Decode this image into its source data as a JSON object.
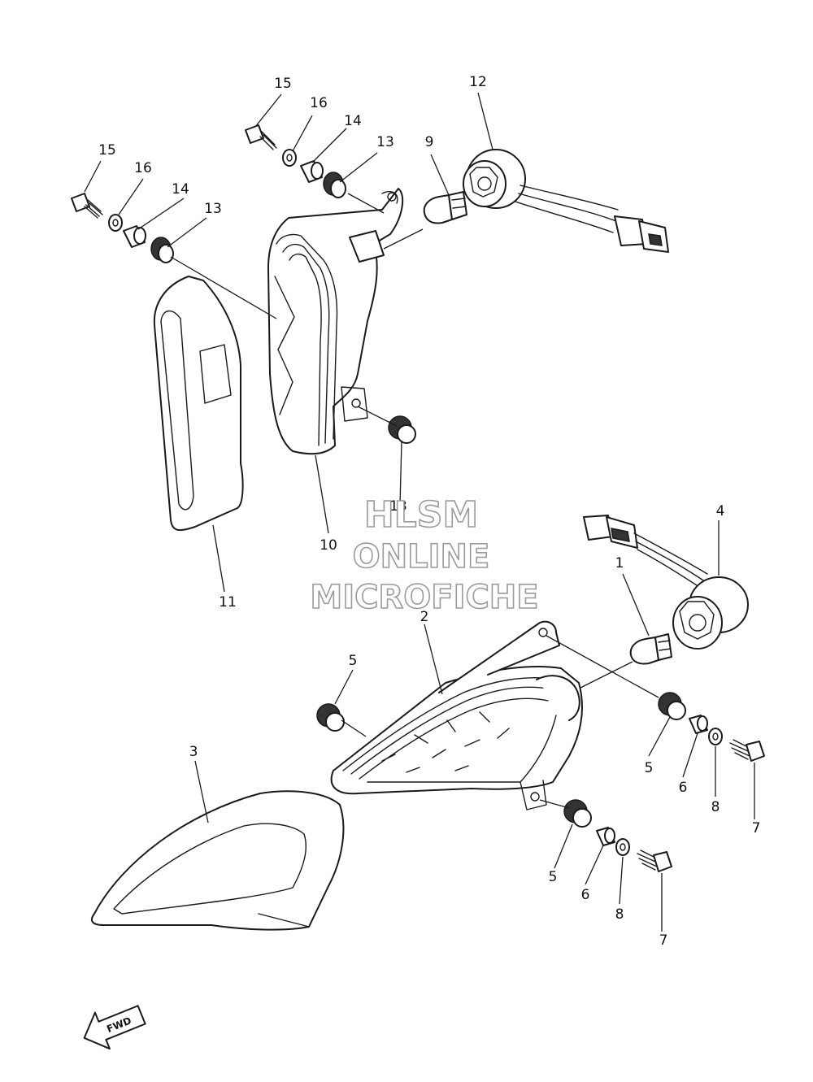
{
  "callouts": {
    "c15a": "15",
    "c16a": "16",
    "c14a": "14",
    "c13a": "13",
    "c15b": "15",
    "c16b": "16",
    "c14b": "14",
    "c13b": "13",
    "c9": "9",
    "c12": "12",
    "c13c": "13",
    "c10": "10",
    "c11": "11",
    "c4": "4",
    "c1": "1",
    "c2": "2",
    "c5a": "5",
    "c3": "3",
    "c5b": "5",
    "c6a": "6",
    "c8a": "8",
    "c7a": "7",
    "c5c": "5",
    "c6b": "6",
    "c8b": "8",
    "c7b": "7"
  },
  "watermark": {
    "line1": "HLSM",
    "line2": "ONLINE",
    "line3": "MICROFICHE"
  },
  "direction_marker": {
    "label": "FWD"
  },
  "icons": {
    "direction": "fwd-arrow-icon"
  }
}
